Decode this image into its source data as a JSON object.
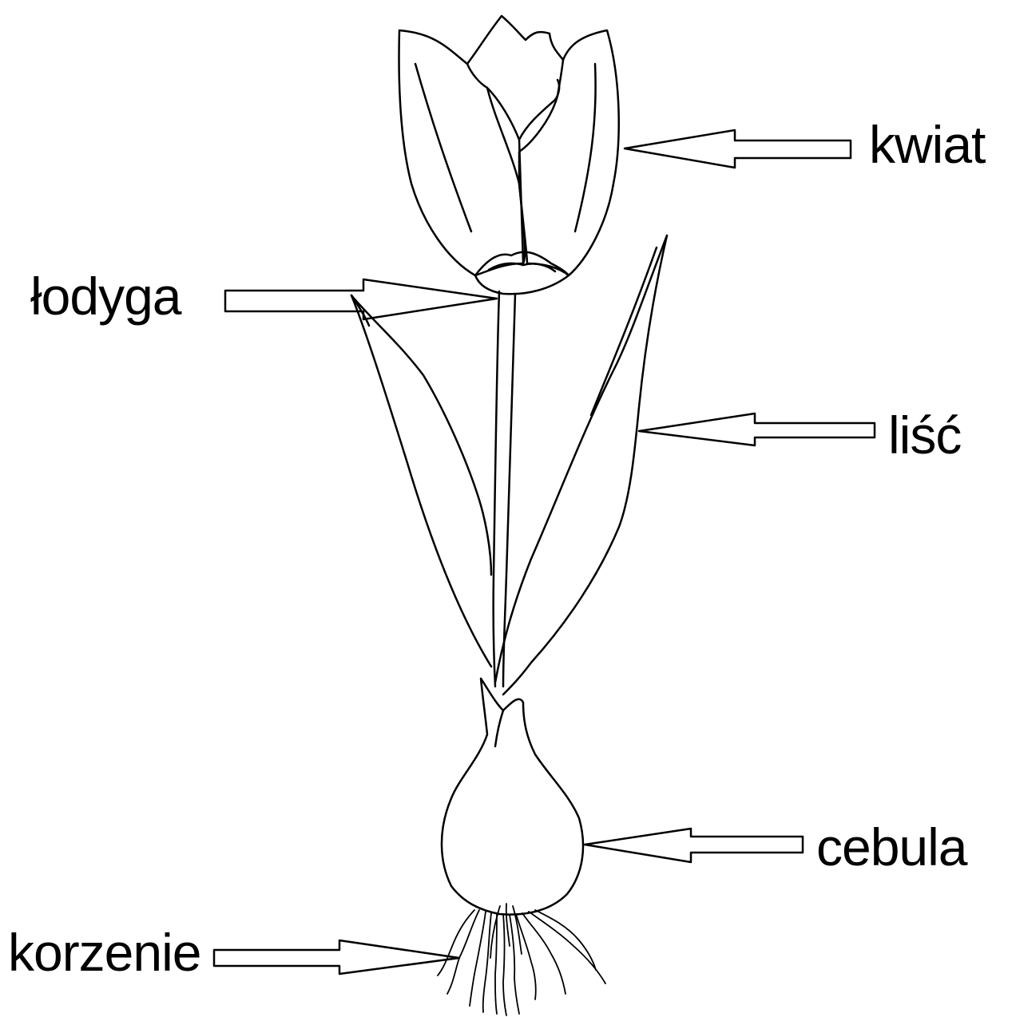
{
  "labels": {
    "kwiat": "kwiat",
    "lodyga": "łodyga",
    "lisc": "liść",
    "cebula": "cebula",
    "korzenie": "korzenie"
  },
  "colors": {
    "line": "#000000",
    "background": "#ffffff"
  }
}
